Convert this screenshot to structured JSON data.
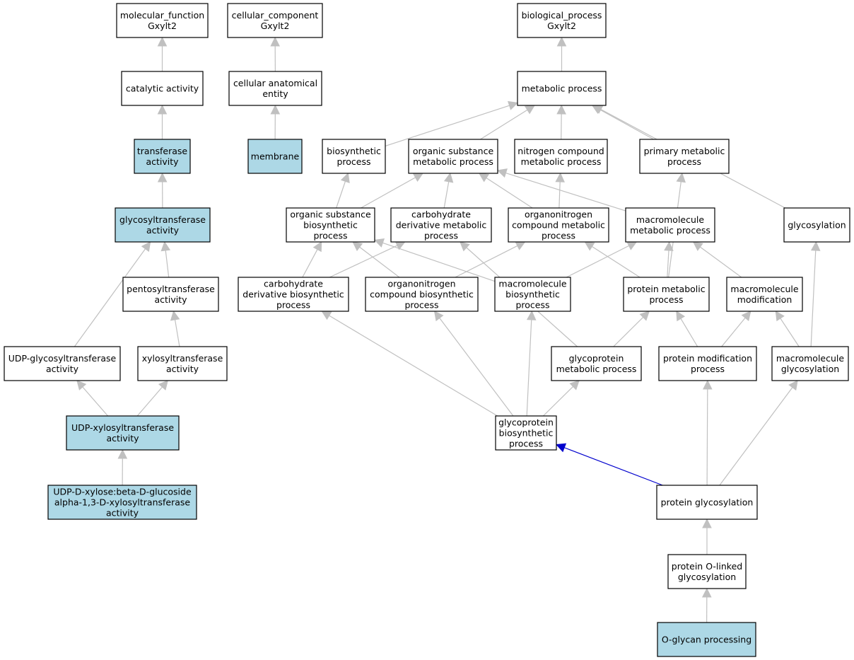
{
  "colors": {
    "highlight_fill": "#add8e6",
    "plain_fill": "#ffffff",
    "edge_gray": "#c0c0c0",
    "edge_blue": "#0000cd",
    "border": "#000000"
  },
  "nodes": [
    {
      "id": "mf_root",
      "lines": [
        "molecular_function",
        "Gxylt2"
      ],
      "highlight": false
    },
    {
      "id": "cc_root",
      "lines": [
        "cellular_component",
        "Gxylt2"
      ],
      "highlight": false
    },
    {
      "id": "bp_root",
      "lines": [
        "biological_process",
        "Gxylt2"
      ],
      "highlight": false
    },
    {
      "id": "catalytic",
      "lines": [
        "catalytic activity"
      ],
      "highlight": false
    },
    {
      "id": "cae",
      "lines": [
        "cellular anatomical",
        "entity"
      ],
      "highlight": false
    },
    {
      "id": "metabolic",
      "lines": [
        "metabolic process"
      ],
      "highlight": false
    },
    {
      "id": "transferase",
      "lines": [
        "transferase",
        "activity"
      ],
      "highlight": true
    },
    {
      "id": "membrane",
      "lines": [
        "membrane"
      ],
      "highlight": true
    },
    {
      "id": "biosynthetic",
      "lines": [
        "biosynthetic",
        "process"
      ],
      "highlight": false
    },
    {
      "id": "osmp",
      "lines": [
        "organic substance",
        "metabolic process"
      ],
      "highlight": false
    },
    {
      "id": "ncmp",
      "lines": [
        "nitrogen compound",
        "metabolic process"
      ],
      "highlight": false
    },
    {
      "id": "pmp",
      "lines": [
        "primary metabolic",
        "process"
      ],
      "highlight": false
    },
    {
      "id": "glycosyltransferase",
      "lines": [
        "glycosyltransferase",
        "activity"
      ],
      "highlight": true
    },
    {
      "id": "osbp",
      "lines": [
        "organic substance",
        "biosynthetic",
        "process"
      ],
      "highlight": false
    },
    {
      "id": "cdmp",
      "lines": [
        "carbohydrate",
        "derivative metabolic",
        "process"
      ],
      "highlight": false
    },
    {
      "id": "oncmp",
      "lines": [
        "organonitrogen",
        "compound metabolic",
        "process"
      ],
      "highlight": false
    },
    {
      "id": "mmp",
      "lines": [
        "macromolecule",
        "metabolic process"
      ],
      "highlight": false
    },
    {
      "id": "glycosylation",
      "lines": [
        "glycosylation"
      ],
      "highlight": false
    },
    {
      "id": "pentosyl",
      "lines": [
        "pentosyltransferase",
        "activity"
      ],
      "highlight": false
    },
    {
      "id": "cdbp",
      "lines": [
        "carbohydrate",
        "derivative biosynthetic",
        "process"
      ],
      "highlight": false
    },
    {
      "id": "oncbp",
      "lines": [
        "organonitrogen",
        "compound biosynthetic",
        "process"
      ],
      "highlight": false
    },
    {
      "id": "mbp",
      "lines": [
        "macromolecule",
        "biosynthetic",
        "process"
      ],
      "highlight": false
    },
    {
      "id": "protmp",
      "lines": [
        "protein metabolic",
        "process"
      ],
      "highlight": false
    },
    {
      "id": "mmod",
      "lines": [
        "macromolecule",
        "modification"
      ],
      "highlight": false
    },
    {
      "id": "udpglyco",
      "lines": [
        "UDP-glycosyltransferase",
        "activity"
      ],
      "highlight": false
    },
    {
      "id": "xylosyl",
      "lines": [
        "xylosyltransferase",
        "activity"
      ],
      "highlight": false
    },
    {
      "id": "gpmp",
      "lines": [
        "glycoprotein",
        "metabolic process"
      ],
      "highlight": false
    },
    {
      "id": "pmodp",
      "lines": [
        "protein modification",
        "process"
      ],
      "highlight": false
    },
    {
      "id": "mglyc",
      "lines": [
        "macromolecule",
        "glycosylation"
      ],
      "highlight": false
    },
    {
      "id": "udpxylo",
      "lines": [
        "UDP-xylosyltransferase",
        "activity"
      ],
      "highlight": true
    },
    {
      "id": "gpbp",
      "lines": [
        "glycoprotein",
        "biosynthetic",
        "process"
      ],
      "highlight": false
    },
    {
      "id": "udpdxylose",
      "lines": [
        "UDP-D-xylose:beta-D-glucoside",
        "alpha-1,3-D-xylosyltransferase",
        "activity"
      ],
      "highlight": true
    },
    {
      "id": "protglyc",
      "lines": [
        "protein glycosylation"
      ],
      "highlight": false
    },
    {
      "id": "olinked",
      "lines": [
        "protein O-linked",
        "glycosylation"
      ],
      "highlight": false
    },
    {
      "id": "oglycan",
      "lines": [
        "O-glycan processing"
      ],
      "highlight": true
    }
  ],
  "edges": [
    {
      "from": "catalytic",
      "to": "mf_root",
      "color": "gray"
    },
    {
      "from": "transferase",
      "to": "catalytic",
      "color": "gray"
    },
    {
      "from": "glycosyltransferase",
      "to": "transferase",
      "color": "gray"
    },
    {
      "from": "pentosyl",
      "to": "glycosyltransferase",
      "color": "gray"
    },
    {
      "from": "udpglyco",
      "to": "glycosyltransferase",
      "color": "gray"
    },
    {
      "from": "xylosyl",
      "to": "pentosyl",
      "color": "gray"
    },
    {
      "from": "udpxylo",
      "to": "udpglyco",
      "color": "gray"
    },
    {
      "from": "udpxylo",
      "to": "xylosyl",
      "color": "gray"
    },
    {
      "from": "udpdxylose",
      "to": "udpxylo",
      "color": "gray"
    },
    {
      "from": "cae",
      "to": "cc_root",
      "color": "gray"
    },
    {
      "from": "membrane",
      "to": "cae",
      "color": "gray"
    },
    {
      "from": "metabolic",
      "to": "bp_root",
      "color": "gray"
    },
    {
      "from": "biosynthetic",
      "to": "metabolic",
      "color": "gray"
    },
    {
      "from": "osmp",
      "to": "metabolic",
      "color": "gray"
    },
    {
      "from": "ncmp",
      "to": "metabolic",
      "color": "gray"
    },
    {
      "from": "pmp",
      "to": "metabolic",
      "color": "gray"
    },
    {
      "from": "glycosylation",
      "to": "metabolic",
      "color": "gray"
    },
    {
      "from": "osbp",
      "to": "biosynthetic",
      "color": "gray"
    },
    {
      "from": "osbp",
      "to": "osmp",
      "color": "gray"
    },
    {
      "from": "cdmp",
      "to": "osmp",
      "color": "gray"
    },
    {
      "from": "oncmp",
      "to": "osmp",
      "color": "gray"
    },
    {
      "from": "oncmp",
      "to": "ncmp",
      "color": "gray"
    },
    {
      "from": "mmp",
      "to": "osmp",
      "color": "gray"
    },
    {
      "from": "protmp",
      "to": "pmp",
      "color": "gray"
    },
    {
      "from": "cdbp",
      "to": "osbp",
      "color": "gray"
    },
    {
      "from": "cdbp",
      "to": "cdmp",
      "color": "gray"
    },
    {
      "from": "oncbp",
      "to": "osbp",
      "color": "gray"
    },
    {
      "from": "oncbp",
      "to": "oncmp",
      "color": "gray"
    },
    {
      "from": "mbp",
      "to": "osbp",
      "color": "gray"
    },
    {
      "from": "mbp",
      "to": "mmp",
      "color": "gray"
    },
    {
      "from": "gpmp",
      "to": "cdmp",
      "color": "gray"
    },
    {
      "from": "protmp",
      "to": "oncmp",
      "color": "gray"
    },
    {
      "from": "protmp",
      "to": "mmp",
      "color": "gray"
    },
    {
      "from": "mmod",
      "to": "mmp",
      "color": "gray"
    },
    {
      "from": "gpmp",
      "to": "protmp",
      "color": "gray"
    },
    {
      "from": "pmodp",
      "to": "protmp",
      "color": "gray"
    },
    {
      "from": "pmodp",
      "to": "mmod",
      "color": "gray"
    },
    {
      "from": "mglyc",
      "to": "mmod",
      "color": "gray"
    },
    {
      "from": "mglyc",
      "to": "glycosylation",
      "color": "gray"
    },
    {
      "from": "gpbp",
      "to": "cdbp",
      "color": "gray"
    },
    {
      "from": "gpbp",
      "to": "oncbp",
      "color": "gray"
    },
    {
      "from": "gpbp",
      "to": "mbp",
      "color": "gray"
    },
    {
      "from": "gpbp",
      "to": "gpmp",
      "color": "gray"
    },
    {
      "from": "protglyc",
      "to": "gpbp",
      "color": "blue"
    },
    {
      "from": "protglyc",
      "to": "pmodp",
      "color": "gray"
    },
    {
      "from": "protglyc",
      "to": "mglyc",
      "color": "gray"
    },
    {
      "from": "olinked",
      "to": "protglyc",
      "color": "gray"
    },
    {
      "from": "oglycan",
      "to": "olinked",
      "color": "gray"
    }
  ]
}
